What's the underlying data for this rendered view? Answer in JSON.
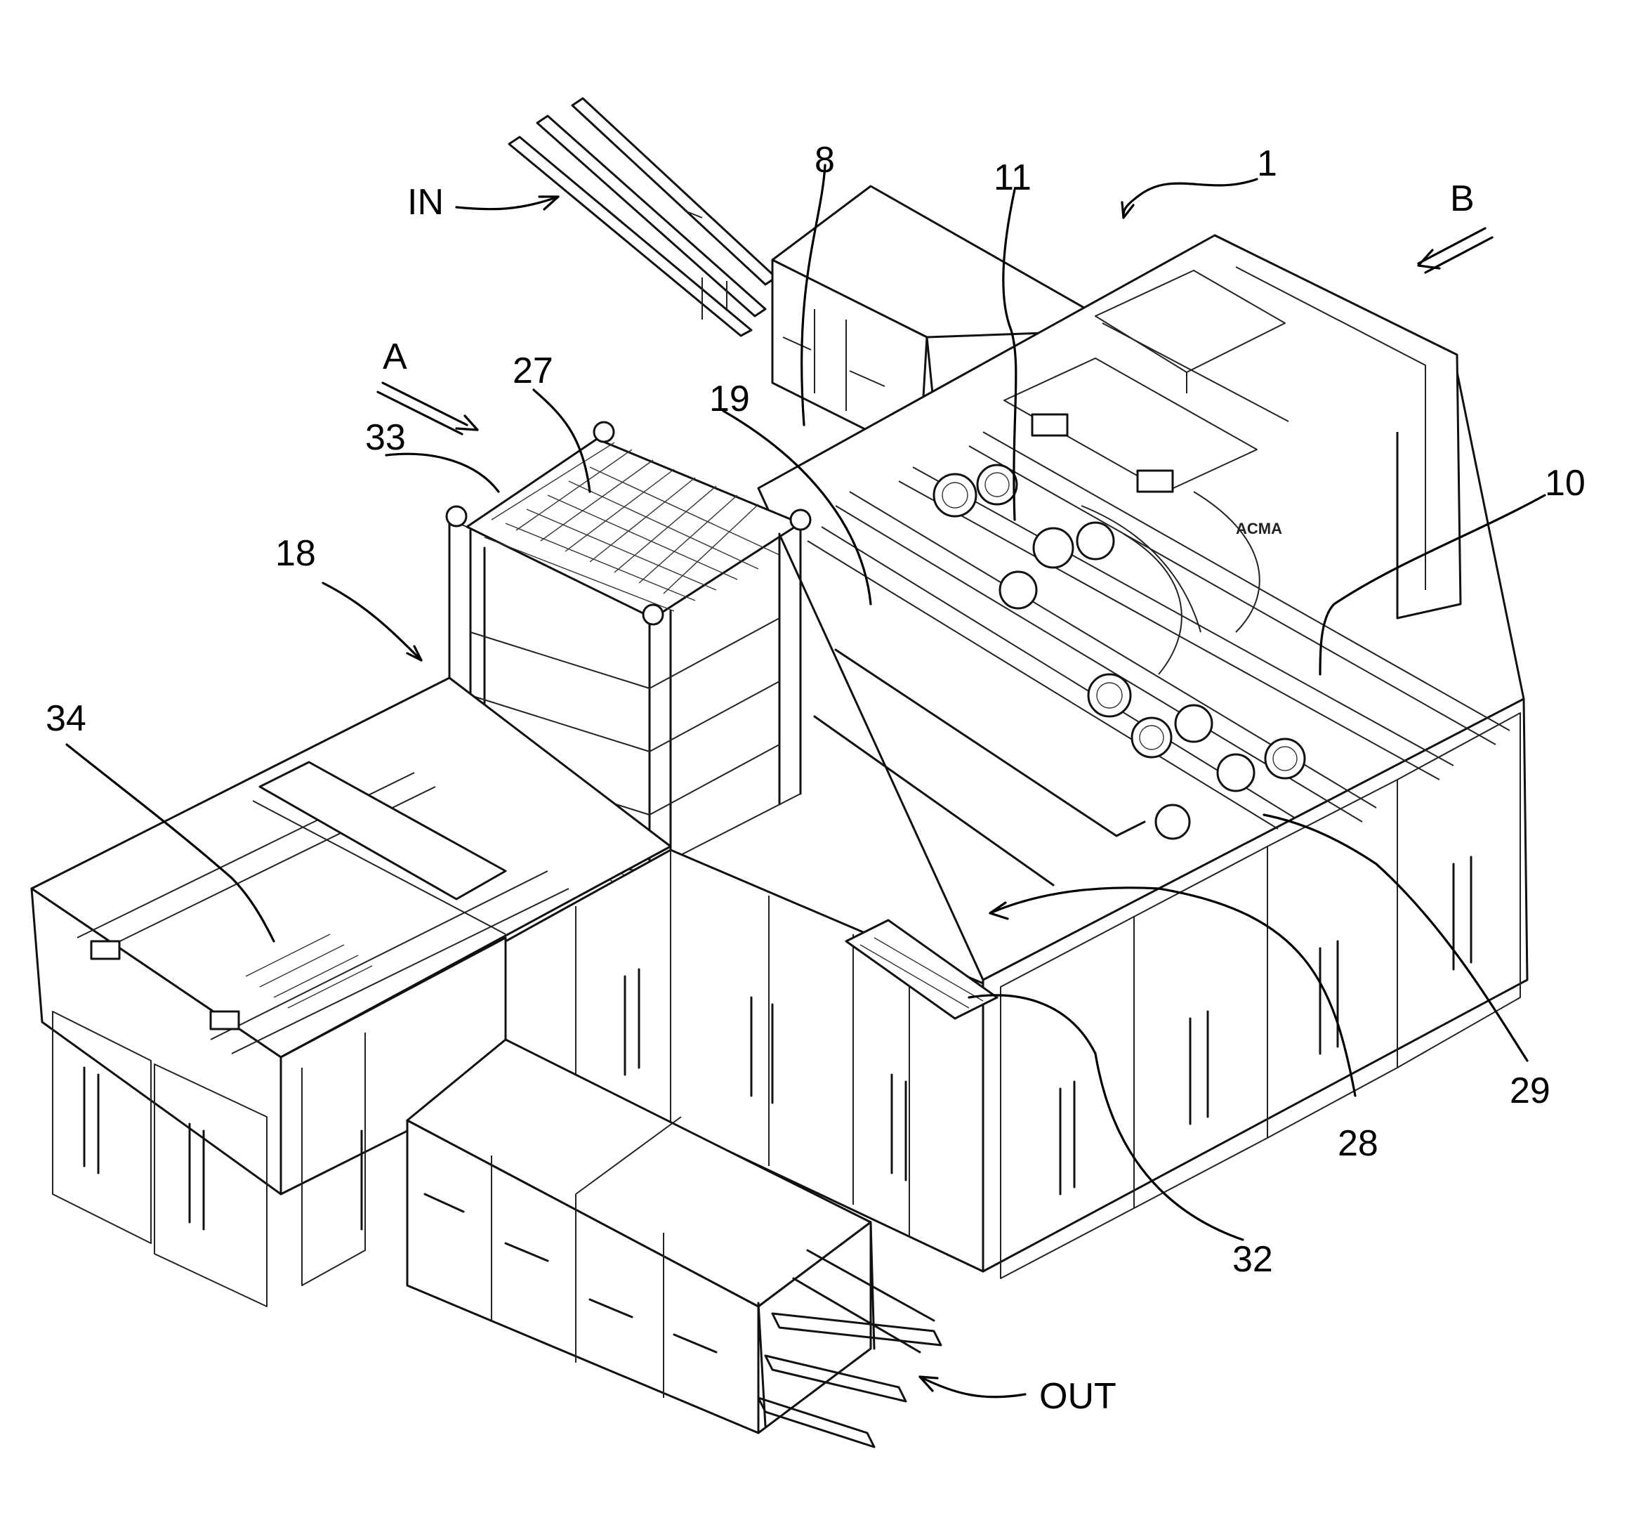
{
  "figure": {
    "labels": [
      {
        "id": "ref-1",
        "text": "1"
      },
      {
        "id": "ref-8",
        "text": "8"
      },
      {
        "id": "ref-10",
        "text": "10"
      },
      {
        "id": "ref-11",
        "text": "11"
      },
      {
        "id": "ref-18",
        "text": "18"
      },
      {
        "id": "ref-19",
        "text": "19"
      },
      {
        "id": "ref-27",
        "text": "27"
      },
      {
        "id": "ref-28",
        "text": "28"
      },
      {
        "id": "ref-29",
        "text": "29"
      },
      {
        "id": "ref-32",
        "text": "32"
      },
      {
        "id": "ref-33",
        "text": "33"
      },
      {
        "id": "ref-34",
        "text": "34"
      },
      {
        "id": "in",
        "text": "IN"
      },
      {
        "id": "out",
        "text": "OUT"
      },
      {
        "id": "view-a",
        "text": "A"
      },
      {
        "id": "view-b",
        "text": "B"
      }
    ],
    "machine_logo": "ACMA"
  }
}
